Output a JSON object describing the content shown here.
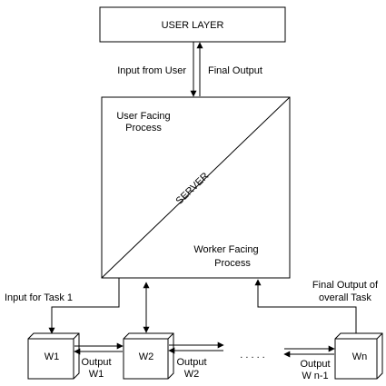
{
  "user_layer": {
    "label": "USER LAYER"
  },
  "arrows": {
    "input_from_user": "Input from User",
    "final_output": "Final Output"
  },
  "server": {
    "label": "SERVER",
    "user_facing": [
      "User Facing",
      "Process"
    ],
    "worker_facing": [
      "Worker Facing",
      "Process"
    ]
  },
  "task": {
    "input": "Input for Task 1",
    "final_output": [
      "Final Output of",
      "overall Task"
    ]
  },
  "workers": {
    "w1": "W1",
    "w2": "W2",
    "wn": "Wn",
    "ellipsis": ". . . . ."
  },
  "outputs": {
    "o1": [
      "Output",
      "W1"
    ],
    "o2": [
      "Output",
      "W2"
    ],
    "on": [
      "Output",
      "W n-1"
    ]
  }
}
